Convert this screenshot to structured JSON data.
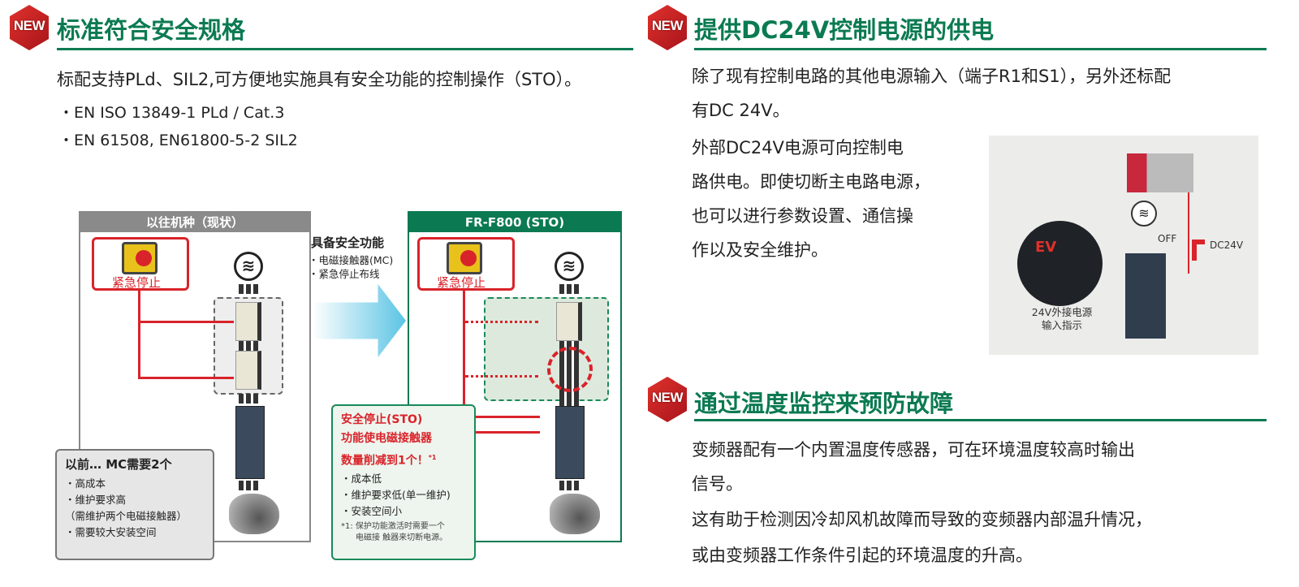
{
  "badge_label": "NEW",
  "section1": {
    "title": "标准符合安全规格",
    "intro": "标配支持PLd、SIL2,可方便地实施具有安全功能的控制操作（STO）。",
    "bullets": [
      "・EN ISO 13849-1 PLd / Cat.3",
      "・EN 61508, EN61800-5-2 SIL2"
    ]
  },
  "diagram": {
    "left_header": "以往机种（现状）",
    "right_header": "FR-F800 (STO)",
    "estop_label": "紧急停止",
    "source_symbol": "≋",
    "middle_title": "具备安全功能",
    "middle_items": [
      "・电磁接触器(MC)",
      "・紧急停止布线"
    ],
    "left_callout": {
      "title": "以前… MC需要2个",
      "items": [
        "・高成本",
        "・维护要求高",
        "（需维护两个电磁接触器）",
        "・需要较大安装空间"
      ]
    },
    "right_callout": {
      "title_lines": [
        "安全停止(STO)",
        "功能使电磁接触器",
        "数量削减到1个！"
      ],
      "footnote_mark": "*1",
      "items": [
        "・成本低",
        "・维护要求低(单一维护)",
        "・安装空间小"
      ],
      "footnote": [
        "*1: 保护功能激活时需要一个",
        "电磁接 触器来切断电源。"
      ]
    }
  },
  "section2": {
    "title": "提供DC24V控制电源的供电",
    "intro": [
      "除了现有控制电路的其他电源输入（端子R1和S1），另外还标配",
      "有DC 24V。"
    ],
    "body": [
      "外部DC24V电源可向控制电",
      "路供电。即使切断主电路电源，",
      "也可以进行参数设置、通信操",
      "作以及安全维护。"
    ],
    "photo": {
      "off_label": "OFF",
      "dc_label": "DC24V",
      "display": "EV",
      "caption": [
        "24V外接电源",
        "输入指示"
      ]
    }
  },
  "section3": {
    "title": "通过温度监控来预防故障",
    "body": [
      "变频器配有一个内置温度传感器，可在环境温度较高时输出",
      "信号。",
      "这有助于检测因冷却风机故障而导致的变频器内部温升情况，",
      "或由变频器工作条件引起的环境温度的升高。"
    ]
  },
  "colors": {
    "brand_green": "#0b7a52",
    "red": "#d9232a"
  }
}
